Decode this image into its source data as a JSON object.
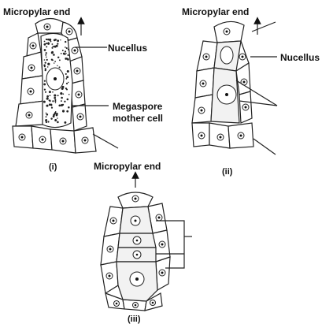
{
  "labels": {
    "d1_micropylar": "Micropylar end",
    "d1_nucellus": "Nucellus",
    "d1_megaspore_line1": "Megaspore",
    "d1_megaspore_line2": "mother cell",
    "d1_caption": "(i)",
    "d2_micropylar": "Micropylar end",
    "d2_nucellus": "Nucellus",
    "d2_caption": "(ii)",
    "d3_micropylar": "Micropylar end",
    "d3_caption": "(iii)"
  }
}
